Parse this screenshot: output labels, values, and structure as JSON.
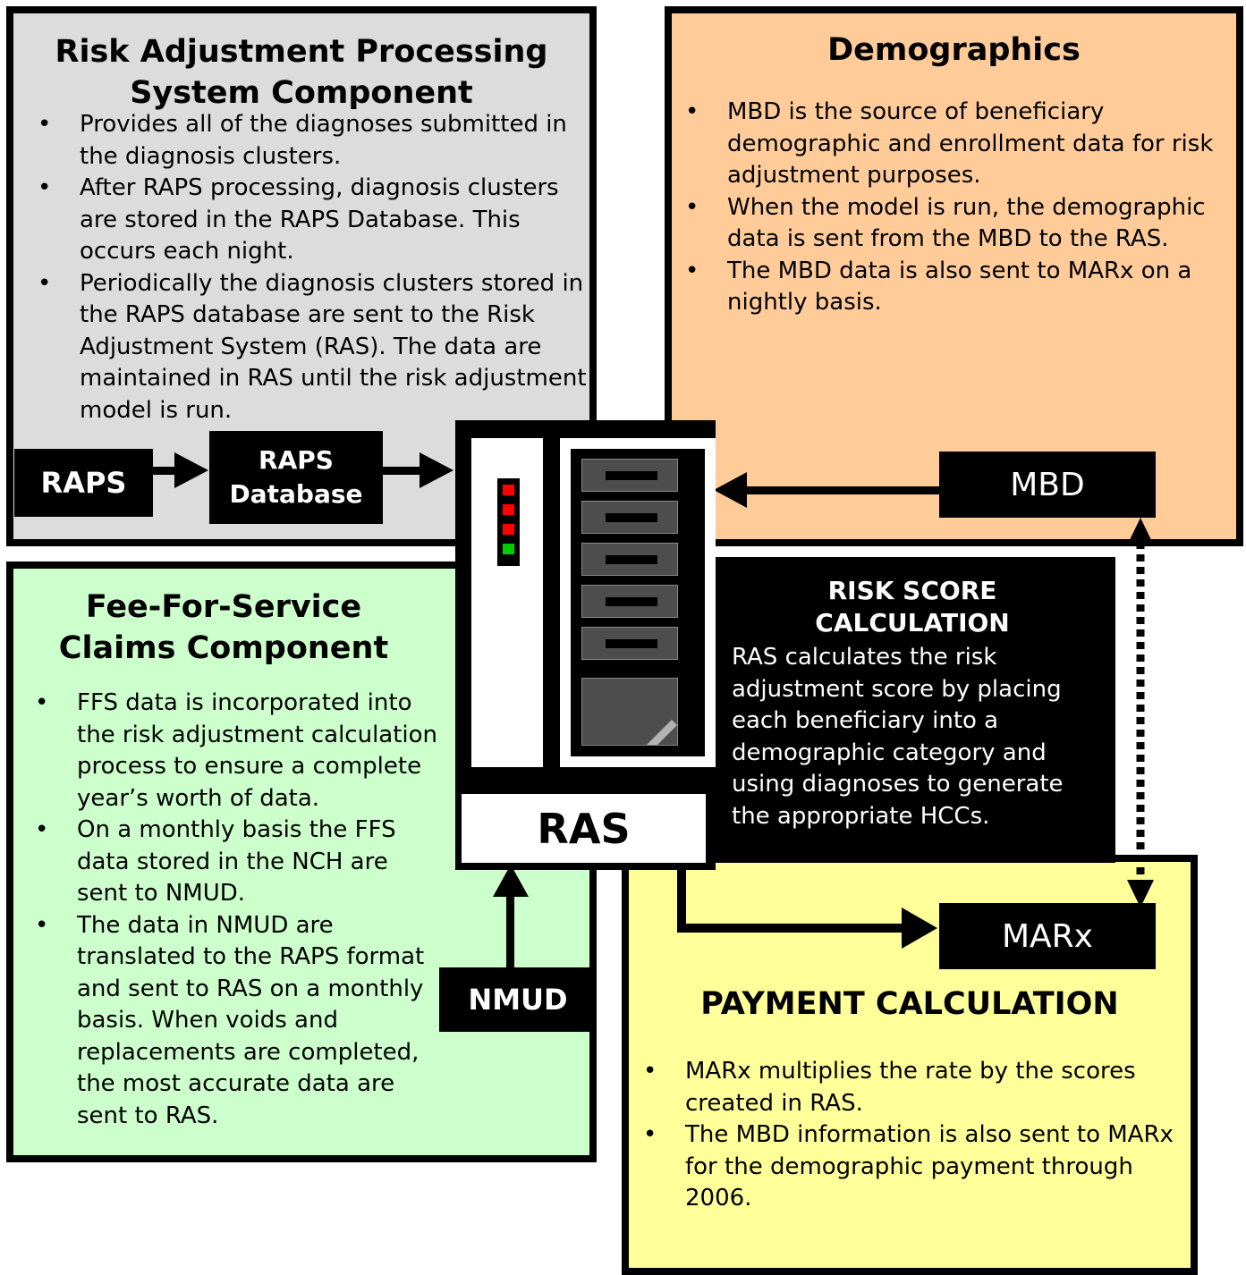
{
  "raps_component": {
    "title_line1": "Risk Adjustment Processing",
    "title_line2": "System Component",
    "bullets": [
      [
        "Provides all of the diagnoses submitted in",
        "the diagnosis clusters."
      ],
      [
        "After RAPS processing, diagnosis clusters",
        "are stored in the RAPS Database. This",
        "occurs each night."
      ],
      [
        "Periodically the diagnosis clusters stored in",
        "the RAPS database are sent to the Risk",
        "Adjustment System (RAS). The data are",
        "maintained in RAS until the risk adjustment",
        "model is run."
      ]
    ],
    "raps_label": "RAPS",
    "raps_db_line1": "RAPS",
    "raps_db_line2": "Database"
  },
  "demographics": {
    "title": "Demographics",
    "bullets": [
      [
        "MBD is the source of beneficiary",
        "demographic and enrollment data for risk",
        "adjustment purposes."
      ],
      [
        "When the model is run, the demographic",
        "data is sent from the MBD to the RAS."
      ],
      [
        "The MBD data is also sent to MARx on a",
        "nightly basis."
      ]
    ],
    "mbd_label": "MBD"
  },
  "ffs_component": {
    "title_line1": "Fee-For-Service",
    "title_line2": "Claims Component",
    "bullets": [
      [
        "FFS data is incorporated into",
        "the risk adjustment calculation",
        "process to ensure a complete",
        "year’s worth of data."
      ],
      [
        "On a monthly basis the FFS",
        "data stored in the NCH are",
        "sent to NMUD."
      ],
      [
        "The data in NMUD are",
        "translated to the RAPS format",
        "and sent to RAS on a monthly",
        "basis. When voids and",
        "replacements are completed,",
        "the most accurate data are",
        "sent to RAS."
      ]
    ],
    "nmud_label": "NMUD"
  },
  "ras": {
    "label": "RAS",
    "led_colors": [
      "#ff0000",
      "#ff0000",
      "#ff0000",
      "#00cc00"
    ]
  },
  "risk_score": {
    "title_line1": "RISK SCORE",
    "title_line2": "CALCULATION",
    "text_lines": [
      "RAS calculates the risk",
      "adjustment score by placing",
      "each beneficiary into a",
      "demographic category and",
      "using diagnoses to generate",
      "the appropriate HCCs."
    ]
  },
  "payment": {
    "title": "PAYMENT CALCULATION",
    "marx_label": "MARx",
    "bullets": [
      [
        "MARx multiplies the rate by the scores",
        "created in RAS."
      ],
      [
        "The MBD information is also sent to MARx",
        "for the demographic payment through",
        "2006."
      ]
    ]
  }
}
